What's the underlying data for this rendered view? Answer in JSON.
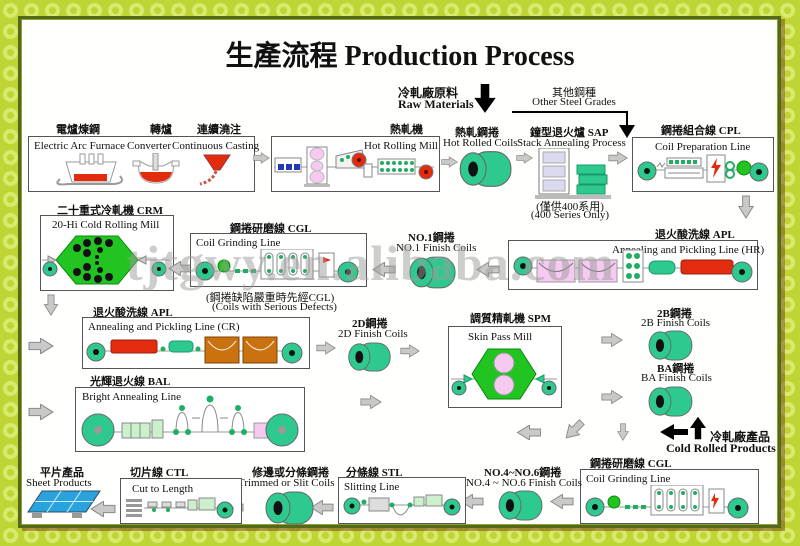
{
  "title": "生產流程  Production Process",
  "top": {
    "raw_zh": "冷軋廠原料",
    "raw_en": "Raw Materials",
    "other_zh": "其他鋼種",
    "other_en": "Other Steel Grades"
  },
  "row1": {
    "melt_zh1": "電爐煉鋼",
    "melt_zh2": "轉爐",
    "melt_zh3": "連續澆注",
    "melt_en1": "Electric Arc Furnace",
    "melt_en2": "Converter",
    "melt_en3": "Continuous Casting",
    "hrm_zh": "熱軋機",
    "hrm_en": "Hot Rolling Mill",
    "hrc_zh": "熱軋鋼捲",
    "hrc_en": "Hot Rolled Coils",
    "sap_zh": "鐘型退火爐 SAP",
    "sap_en": "Stack Annealing Process",
    "sap_note_zh": "(僅供400系用)",
    "sap_note_en": "(400 Series Only)",
    "cpl_zh": "鋼捲組合線 CPL",
    "cpl_en": "Coil Preparation Line"
  },
  "row2": {
    "crm_zh": "二十重式冷軋機 CRM",
    "crm_en": "20-Hi Cold Rolling Mill",
    "cgl_zh": "鋼捲研磨線 CGL",
    "cgl_en": "Coil Grinding Line",
    "cgl_note_zh": "(鋼捲缺陷嚴重時先經CGL)",
    "cgl_note_en": "(Coils with Serious Defects)",
    "no1_zh": "NO.1鋼捲",
    "no1_en": "NO.1 Finish Coils",
    "apl_zh": "退火酸洗線 APL",
    "apl_en": "Annealing and Pickling Line (HR)"
  },
  "row3": {
    "apl_zh": "退火酸洗線 APL",
    "apl_en": "Annealing and Pickling Line (CR)",
    "c2d_zh": "2D鋼捲",
    "c2d_en": "2D Finish Coils",
    "spm_zh": "調質精軋機 SPM",
    "spm_en": "Skin Pass Mill",
    "c2b_zh": "2B鋼捲",
    "c2b_en": "2B Finish Coils",
    "cba_zh": "BA鋼捲",
    "cba_en": "BA Finish Coils"
  },
  "row4": {
    "bal_zh": "光輝退火線 BAL",
    "bal_en": "Bright Annealing Line"
  },
  "bottom": {
    "crp_zh": "冷軋廠產品",
    "crp_en": "Cold Rolled Products",
    "cgl2_zh": "鋼捲研磨線 CGL",
    "cgl2_en": "Coil Grinding Line",
    "no46_zh": "NO.4~NO.6鋼捲",
    "no46_en": "NO.4 ~ NO.6 Finish Coils",
    "stl_zh": "分條線 STL",
    "stl_en": "Slitting Line",
    "trim_zh": "修邊或分條鋼捲",
    "trim_en": "Trimmed or Slit Coils",
    "ctl_zh": "切片線 CTL",
    "ctl_en": "Cut to Length",
    "sheet_zh": "平片產品",
    "sheet_en": "Sheet Products"
  },
  "watermark": "tjtgwy.en.alibaba.com",
  "colors": {
    "border_green": "#bfd435",
    "frame_olive": "#55691d",
    "coil_green": "#2ec98e",
    "machine_green": "#21c421",
    "red": "#e32b0e",
    "pink": "#f6c9f0",
    "orange": "#c9720f",
    "blue": "#2437b5",
    "sheet_blue": "#2aa3dc",
    "arrow_gray": "#c9c9c9",
    "black": "#000000"
  }
}
